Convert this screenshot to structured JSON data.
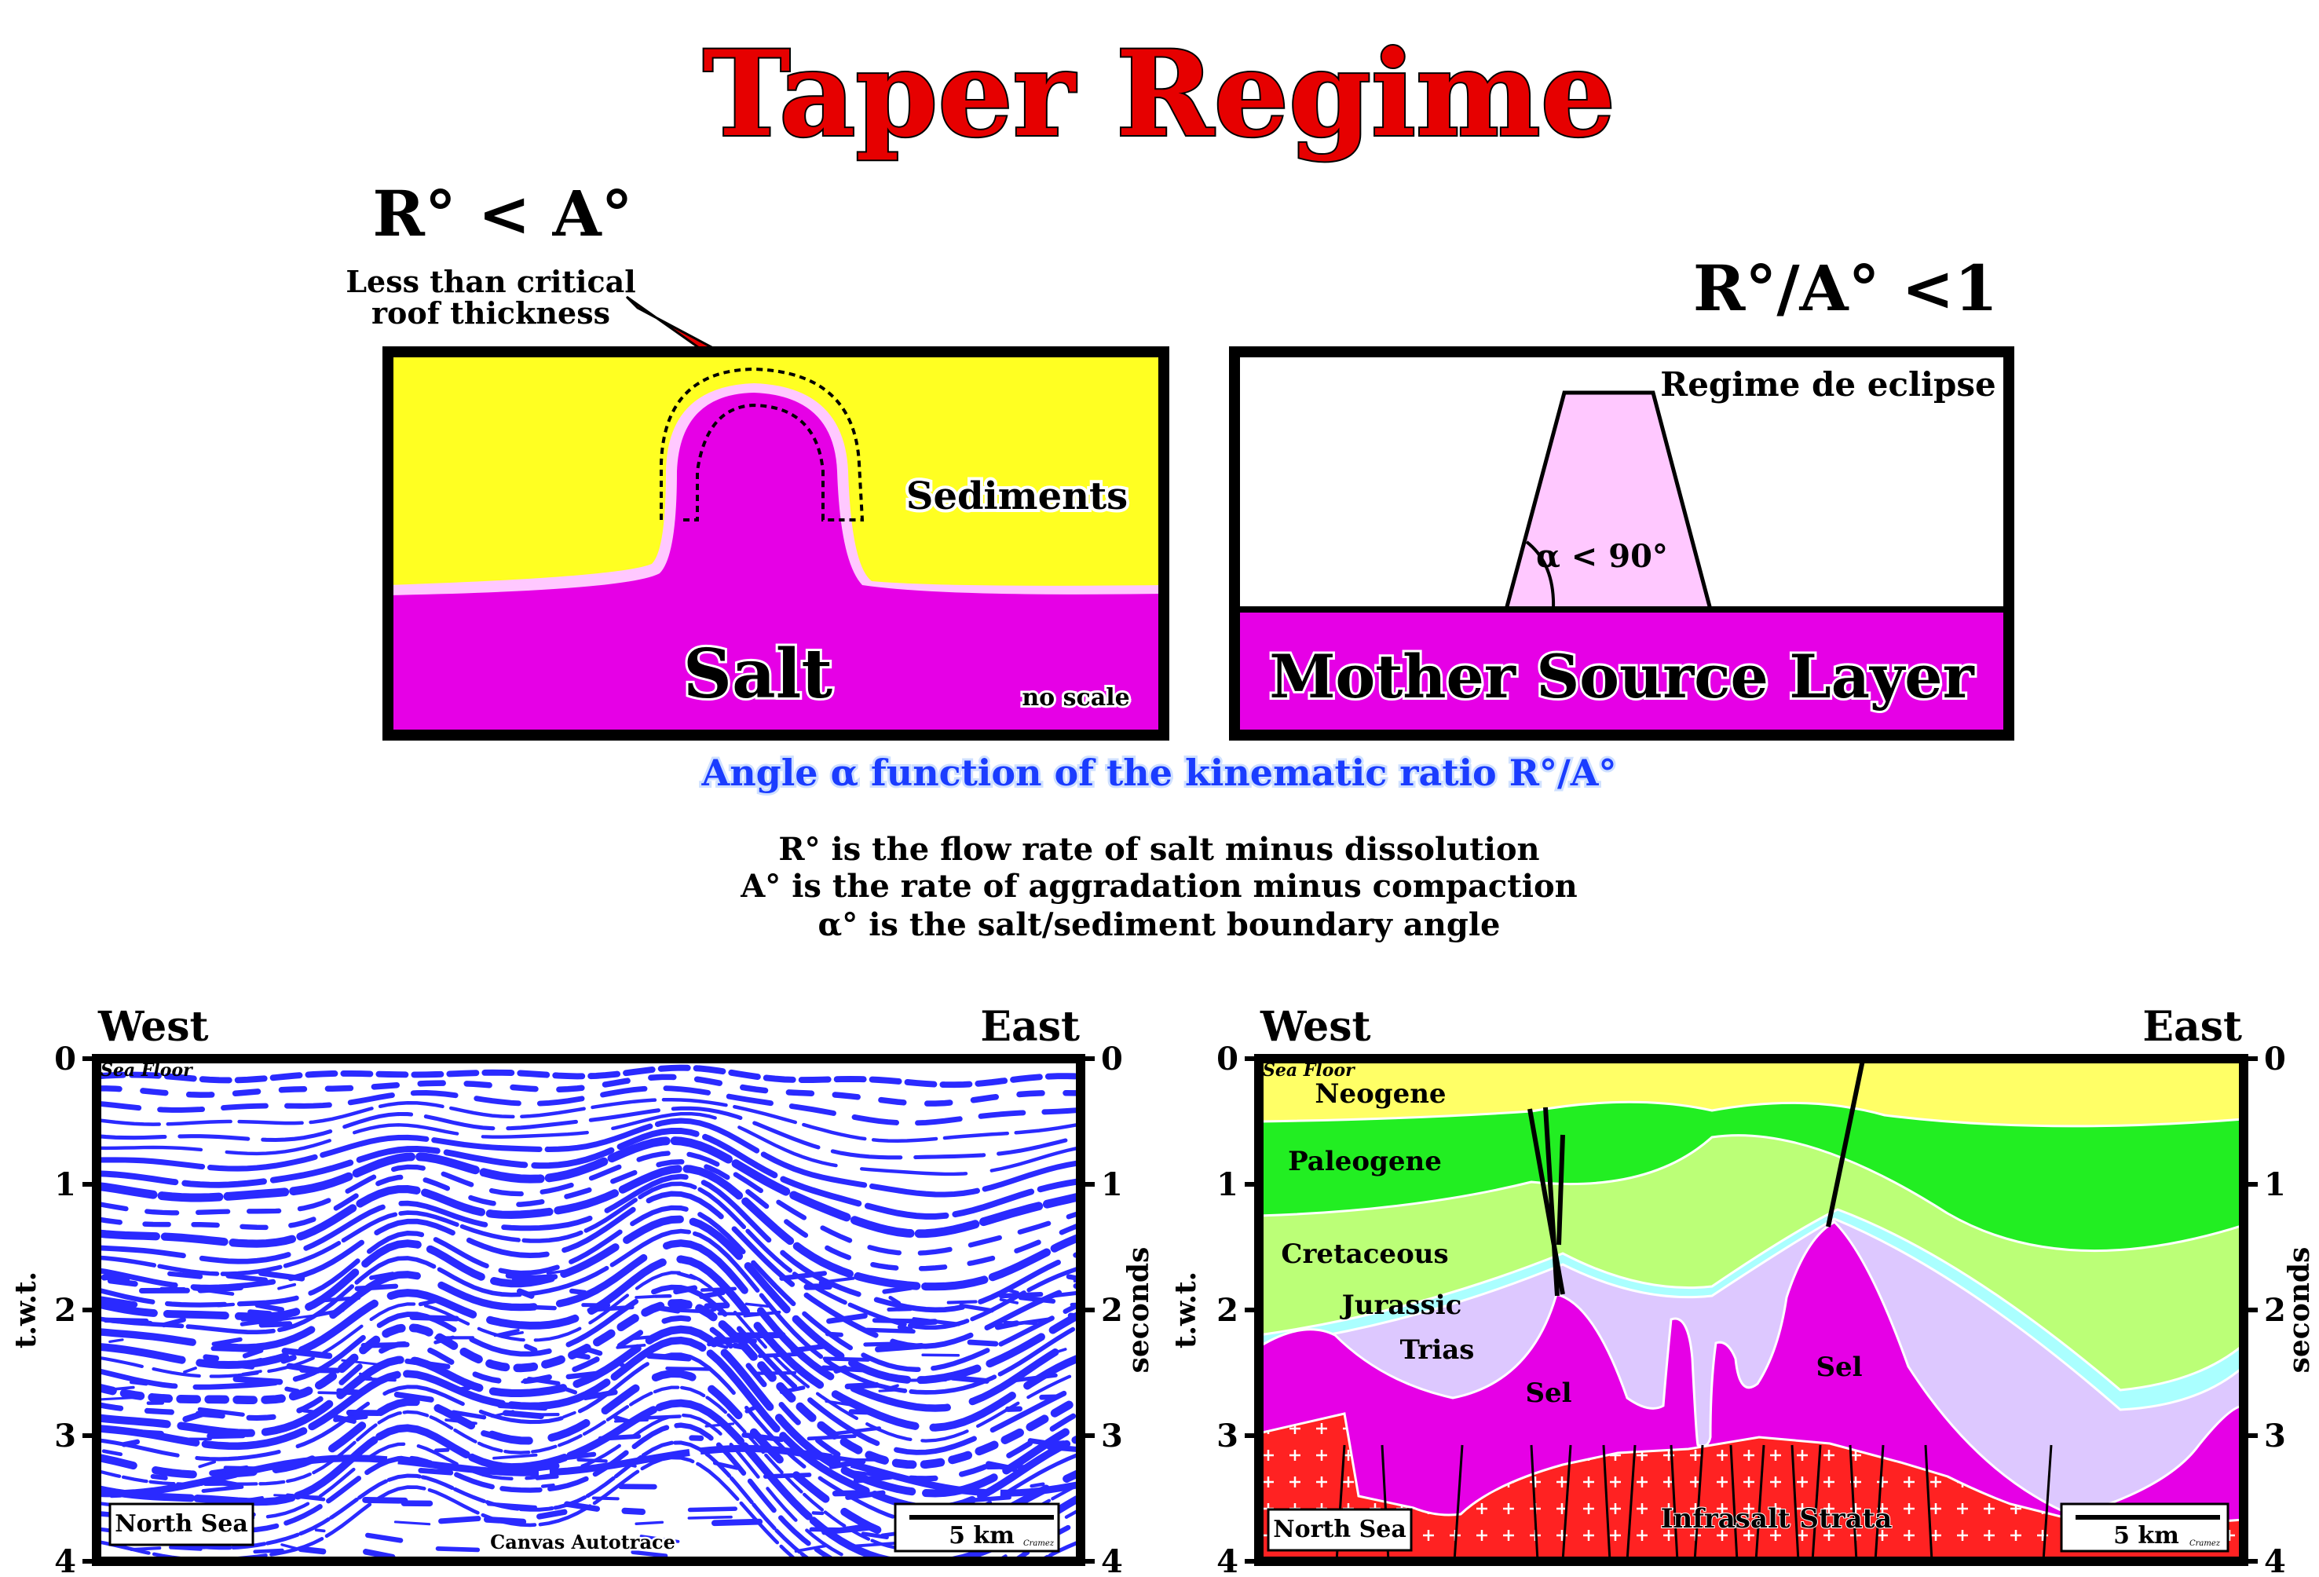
{
  "title": "Taper Regime",
  "left_panel": {
    "condition": "R° < A°",
    "callout_line1": "Less than critical",
    "callout_line2": "roof thickness",
    "sediments_label": "Sediments",
    "salt_label": "Salt",
    "scale_note": "no scale"
  },
  "right_panel": {
    "ratio": "R°/A° <1",
    "regime_label": "Regime de eclipse",
    "angle_label": "α < 90°",
    "source_label": "Mother Source Layer"
  },
  "caption": "Angle α function of the kinematic ratio R°/A°",
  "definitions": [
    "R° is the flow rate of salt minus dissolution",
    "A° is the rate of aggradation minus compaction",
    "α° is the salt/sediment boundary angle"
  ],
  "sections": {
    "west": "West",
    "east": "East",
    "left_axis_label": "t.w.t.",
    "right_axis_label": "seconds",
    "ticks": [
      "0",
      "1",
      "2",
      "3",
      "4"
    ],
    "sea_floor": "Sea Floor",
    "location": "North Sea",
    "scale": "5 km",
    "credit": "Cramez",
    "seismic_note": "Canvas Autotrace",
    "layers": {
      "neogene": "Neogene",
      "paleogene": "Paleogene",
      "cretaceous": "Cretaceous",
      "jurassic": "Jurassic",
      "trias": "Trias",
      "sel_left": "Sel",
      "sel_right": "Sel",
      "infrasalt": "Infrasalt Strata"
    }
  },
  "colors": {
    "sediment_yellow": "#ffff22",
    "salt_magenta": "#e600e6",
    "diapir_pink": "#ffc8ff",
    "title_red": "#e60000",
    "caption_blue": "#1a3cff",
    "seismic_blue": "#2a2aff",
    "neogene": "#ffff66",
    "paleogene": "#22ee22",
    "cretaceous": "#bbff77",
    "jurassic": "#aaffff",
    "trias": "#ddc8ff",
    "infrasalt": "#ff2222"
  }
}
